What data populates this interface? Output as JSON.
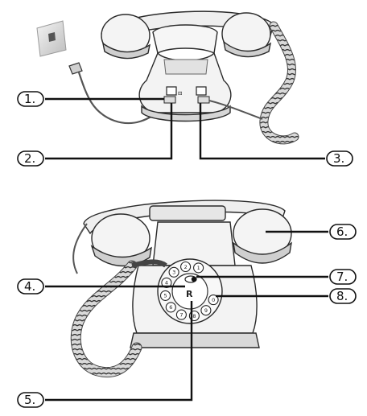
{
  "callouts": [
    {
      "id": "1",
      "label": "1."
    },
    {
      "id": "2",
      "label": "2."
    },
    {
      "id": "3",
      "label": "3."
    },
    {
      "id": "4",
      "label": "4."
    },
    {
      "id": "5",
      "label": "5."
    },
    {
      "id": "6",
      "label": "6."
    },
    {
      "id": "7",
      "label": "7."
    },
    {
      "id": "8",
      "label": "8."
    }
  ],
  "dial": {
    "digits": [
      "1",
      "2",
      "3",
      "4",
      "5",
      "6",
      "7",
      "8",
      "9",
      "0"
    ],
    "redial_key": "R"
  },
  "colors": {
    "line_art": "#2a2a2a",
    "handset_fill": "#f2f2f2",
    "shadow_fill": "#c8c8c8",
    "cord_fill": "#555555"
  }
}
